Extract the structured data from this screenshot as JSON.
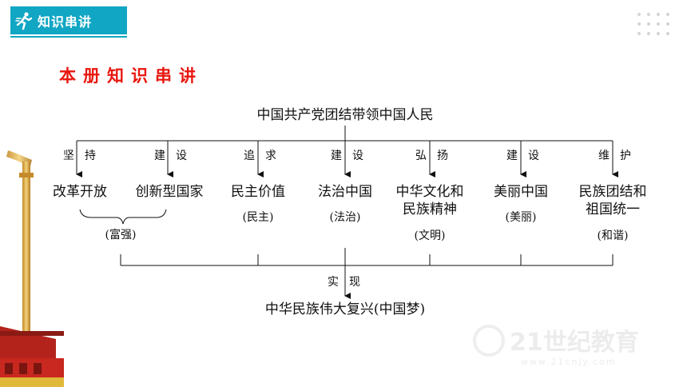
{
  "header": {
    "title": "知识串讲",
    "icon": "runner-icon",
    "accent": "#11a6c4"
  },
  "section_title": "本册知识串讲",
  "title_color": "#e8160f",
  "diagram": {
    "top": "中国共产党团结带领中国人民",
    "branches": [
      {
        "verb": "坚持",
        "node": "改革开放"
      },
      {
        "verb": "建设",
        "node": "创新型国家"
      },
      {
        "verb": "追求",
        "node": "民主价值",
        "paren": "(民主)"
      },
      {
        "verb": "建设",
        "node": "法治中国",
        "paren": "(法治)"
      },
      {
        "verb": "弘扬",
        "node": "中华文化和民族精神",
        "lines": [
          "中华文化和",
          "民族精神"
        ],
        "paren": "(文明)"
      },
      {
        "verb": "建设",
        "node": "美丽中国",
        "paren": "(美丽)"
      },
      {
        "verb": "维护",
        "node": "民族团结和祖国统一",
        "lines": [
          "民族团结和",
          "祖国统一"
        ],
        "paren": "(和谐)"
      }
    ],
    "group_paren": "(富强)",
    "realize_verb": "实现",
    "bottom": "中华民族伟大复兴(中国梦)"
  },
  "watermark": {
    "brand": "21世纪教育",
    "url": "www.21cnjy.com"
  }
}
